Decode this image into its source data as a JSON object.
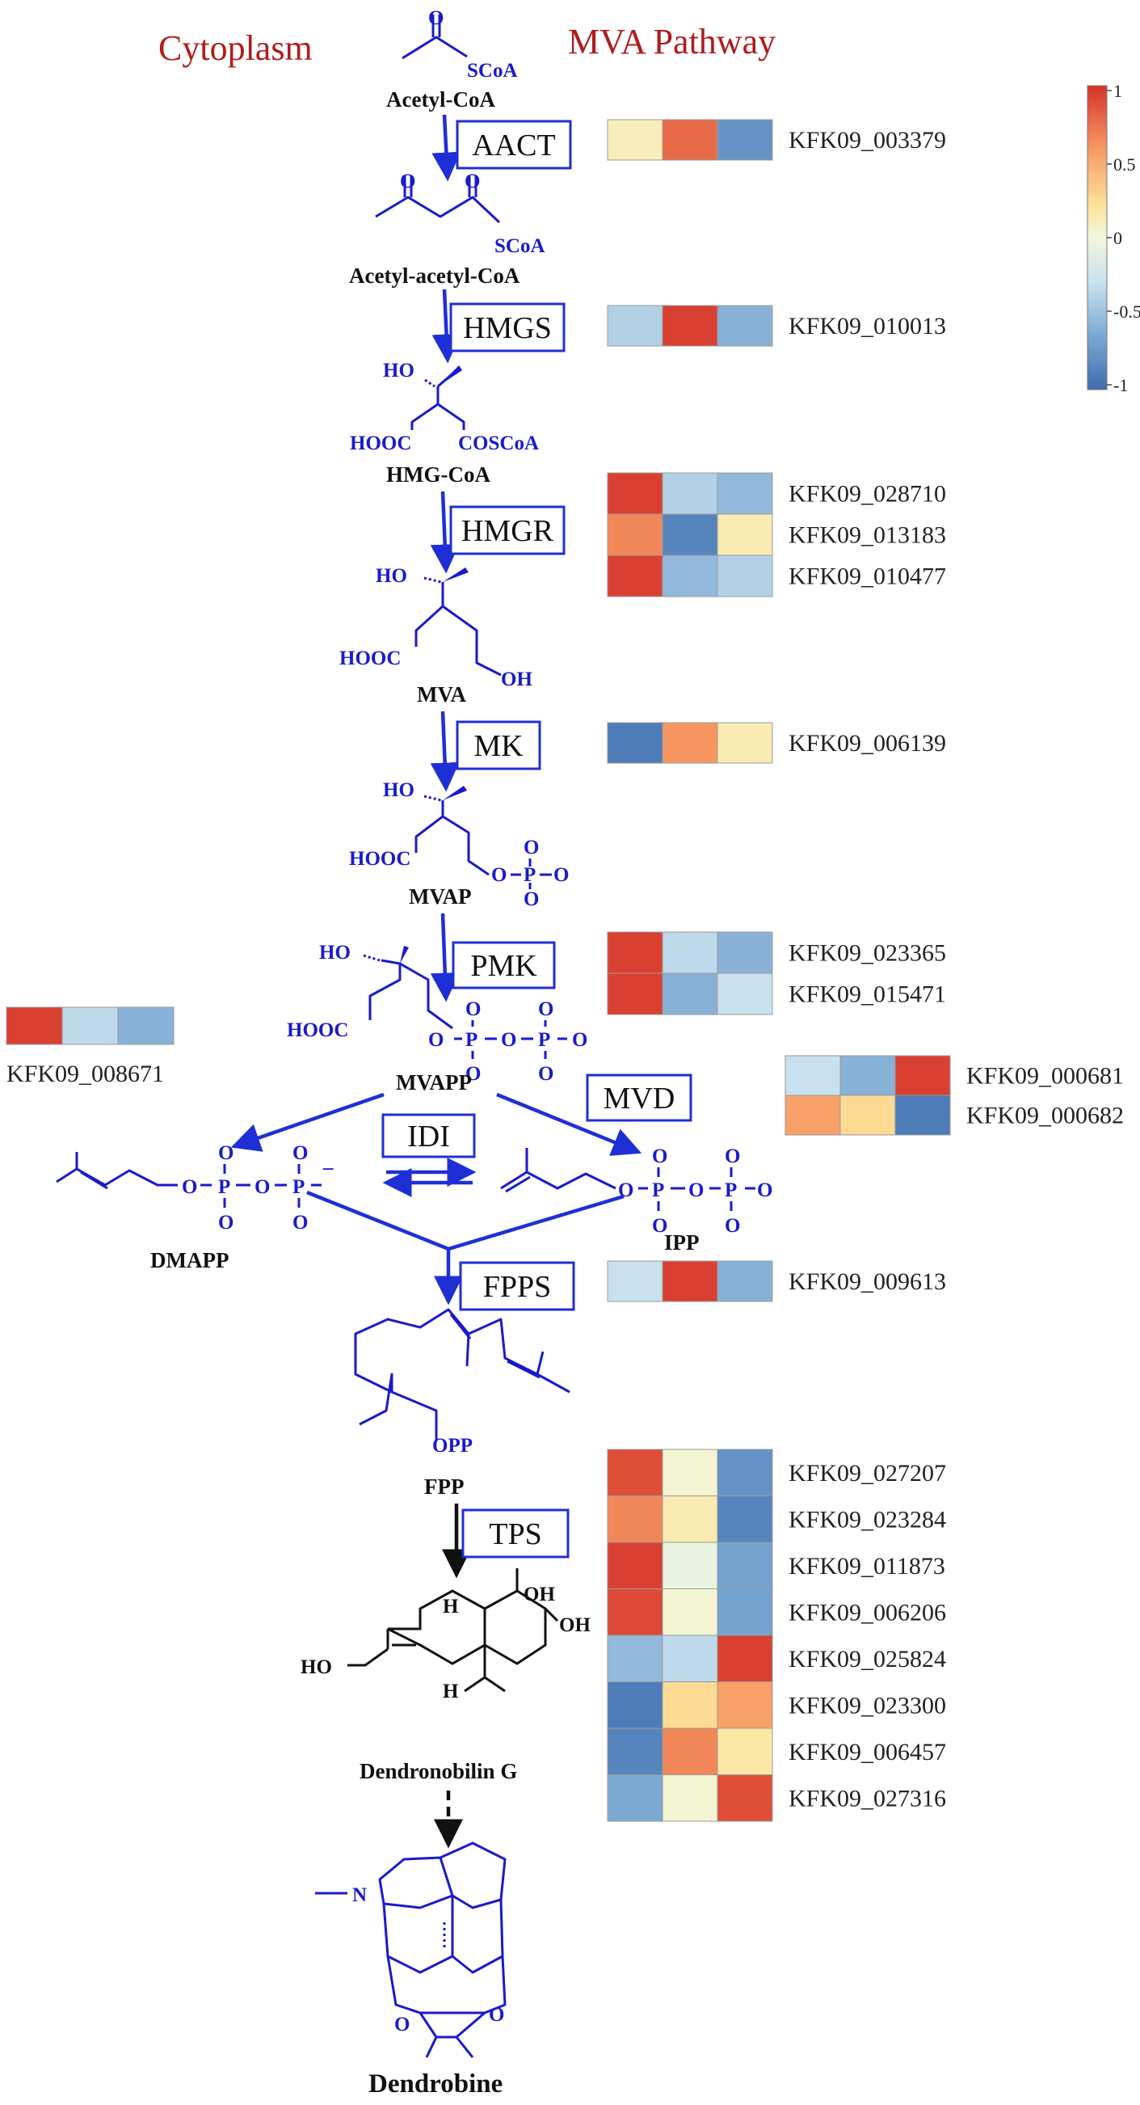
{
  "headers": {
    "left": "Cytoplasm",
    "right": "MVA Pathway"
  },
  "compounds": {
    "acetyl_coa": "Acetyl-CoA",
    "acetoacetyl_coa": "Acetyl-acetyl-CoA",
    "hmg_coa": "HMG-CoA",
    "mva": "MVA",
    "mvap": "MVAP",
    "mvapp": "MVAPP",
    "dmapp": "DMAPP",
    "ipp": "IPP",
    "fpp": "FPP",
    "dendronobilin": "Dendronobilin G",
    "dendrobine": "Dendrobine"
  },
  "structure_labels": {
    "o": "O",
    "scoa": "SCoA",
    "ho": "HO",
    "hooc": "HOOC",
    "coscoa": "COSCoA",
    "oh": "OH",
    "p": "P",
    "minus": "–",
    "opp": "OPP",
    "h": "H",
    "n": "N"
  },
  "enzymes": [
    "AACT",
    "HMGS",
    "HMGR",
    "MK",
    "PMK",
    "MVD",
    "IDI",
    "FPPS",
    "TPS"
  ],
  "colors": {
    "header": "#b01c1c",
    "structure": "#1a1acd",
    "arrow": "#1f2fd6",
    "scale": [
      "#3f6db0",
      "#7ca9d3",
      "#c8e1ee",
      "#f1f7dd",
      "#fde59b",
      "#f69560",
      "#d5322a"
    ]
  },
  "chart_data": {
    "type": "heatmap",
    "value_range": [
      -1,
      1
    ],
    "legend": {
      "ticks": [
        "1",
        "0.5",
        "0",
        "-0.5",
        "-1"
      ],
      "tick_values": [
        1,
        0.5,
        0,
        -0.5,
        -1
      ]
    },
    "groups": [
      {
        "enzyme": "AACT",
        "genes": [
          {
            "id": "KFK09_003379",
            "values": [
              0.15,
              0.8,
              -0.75
            ]
          }
        ]
      },
      {
        "enzyme": "HMGS",
        "genes": [
          {
            "id": "KFK09_010013",
            "values": [
              -0.35,
              0.95,
              -0.55
            ]
          }
        ]
      },
      {
        "enzyme": "HMGR",
        "genes": [
          {
            "id": "KFK09_028710",
            "values": [
              0.95,
              -0.35,
              -0.5
            ]
          },
          {
            "id": "KFK09_013183",
            "values": [
              0.7,
              -0.85,
              0.2
            ]
          },
          {
            "id": "KFK09_010477",
            "values": [
              0.95,
              -0.5,
              -0.35
            ]
          }
        ]
      },
      {
        "enzyme": "MK",
        "genes": [
          {
            "id": "KFK09_006139",
            "values": [
              -0.9,
              0.65,
              0.2
            ]
          }
        ]
      },
      {
        "enzyme": "PMK",
        "genes": [
          {
            "id": "KFK09_023365",
            "values": [
              0.95,
              -0.3,
              -0.55
            ]
          },
          {
            "id": "KFK09_015471",
            "values": [
              0.95,
              -0.55,
              -0.25
            ]
          }
        ]
      },
      {
        "enzyme": "IDI",
        "genes": [
          {
            "id": "KFK09_008671",
            "values": [
              0.95,
              -0.3,
              -0.55
            ]
          }
        ]
      },
      {
        "enzyme": "MVD",
        "genes": [
          {
            "id": "KFK09_000681",
            "values": [
              -0.25,
              -0.55,
              0.95
            ]
          },
          {
            "id": "KFK09_000682",
            "values": [
              0.6,
              0.35,
              -0.9
            ]
          }
        ]
      },
      {
        "enzyme": "FPPS",
        "genes": [
          {
            "id": "KFK09_009613",
            "values": [
              -0.25,
              0.95,
              -0.55
            ]
          }
        ]
      },
      {
        "enzyme": "TPS",
        "genes": [
          {
            "id": "KFK09_027207",
            "values": [
              0.9,
              0.05,
              -0.75
            ]
          },
          {
            "id": "KFK09_023284",
            "values": [
              0.7,
              0.2,
              -0.85
            ]
          },
          {
            "id": "KFK09_011873",
            "values": [
              0.95,
              -0.05,
              -0.65
            ]
          },
          {
            "id": "KFK09_006206",
            "values": [
              0.92,
              0.05,
              -0.65
            ]
          },
          {
            "id": "KFK09_025824",
            "values": [
              -0.5,
              -0.3,
              0.95
            ]
          },
          {
            "id": "KFK09_023300",
            "values": [
              -0.9,
              0.35,
              0.6
            ]
          },
          {
            "id": "KFK09_006457",
            "values": [
              -0.85,
              0.7,
              0.25
            ]
          },
          {
            "id": "KFK09_027316",
            "values": [
              -0.6,
              0.05,
              0.9
            ]
          }
        ]
      }
    ]
  }
}
